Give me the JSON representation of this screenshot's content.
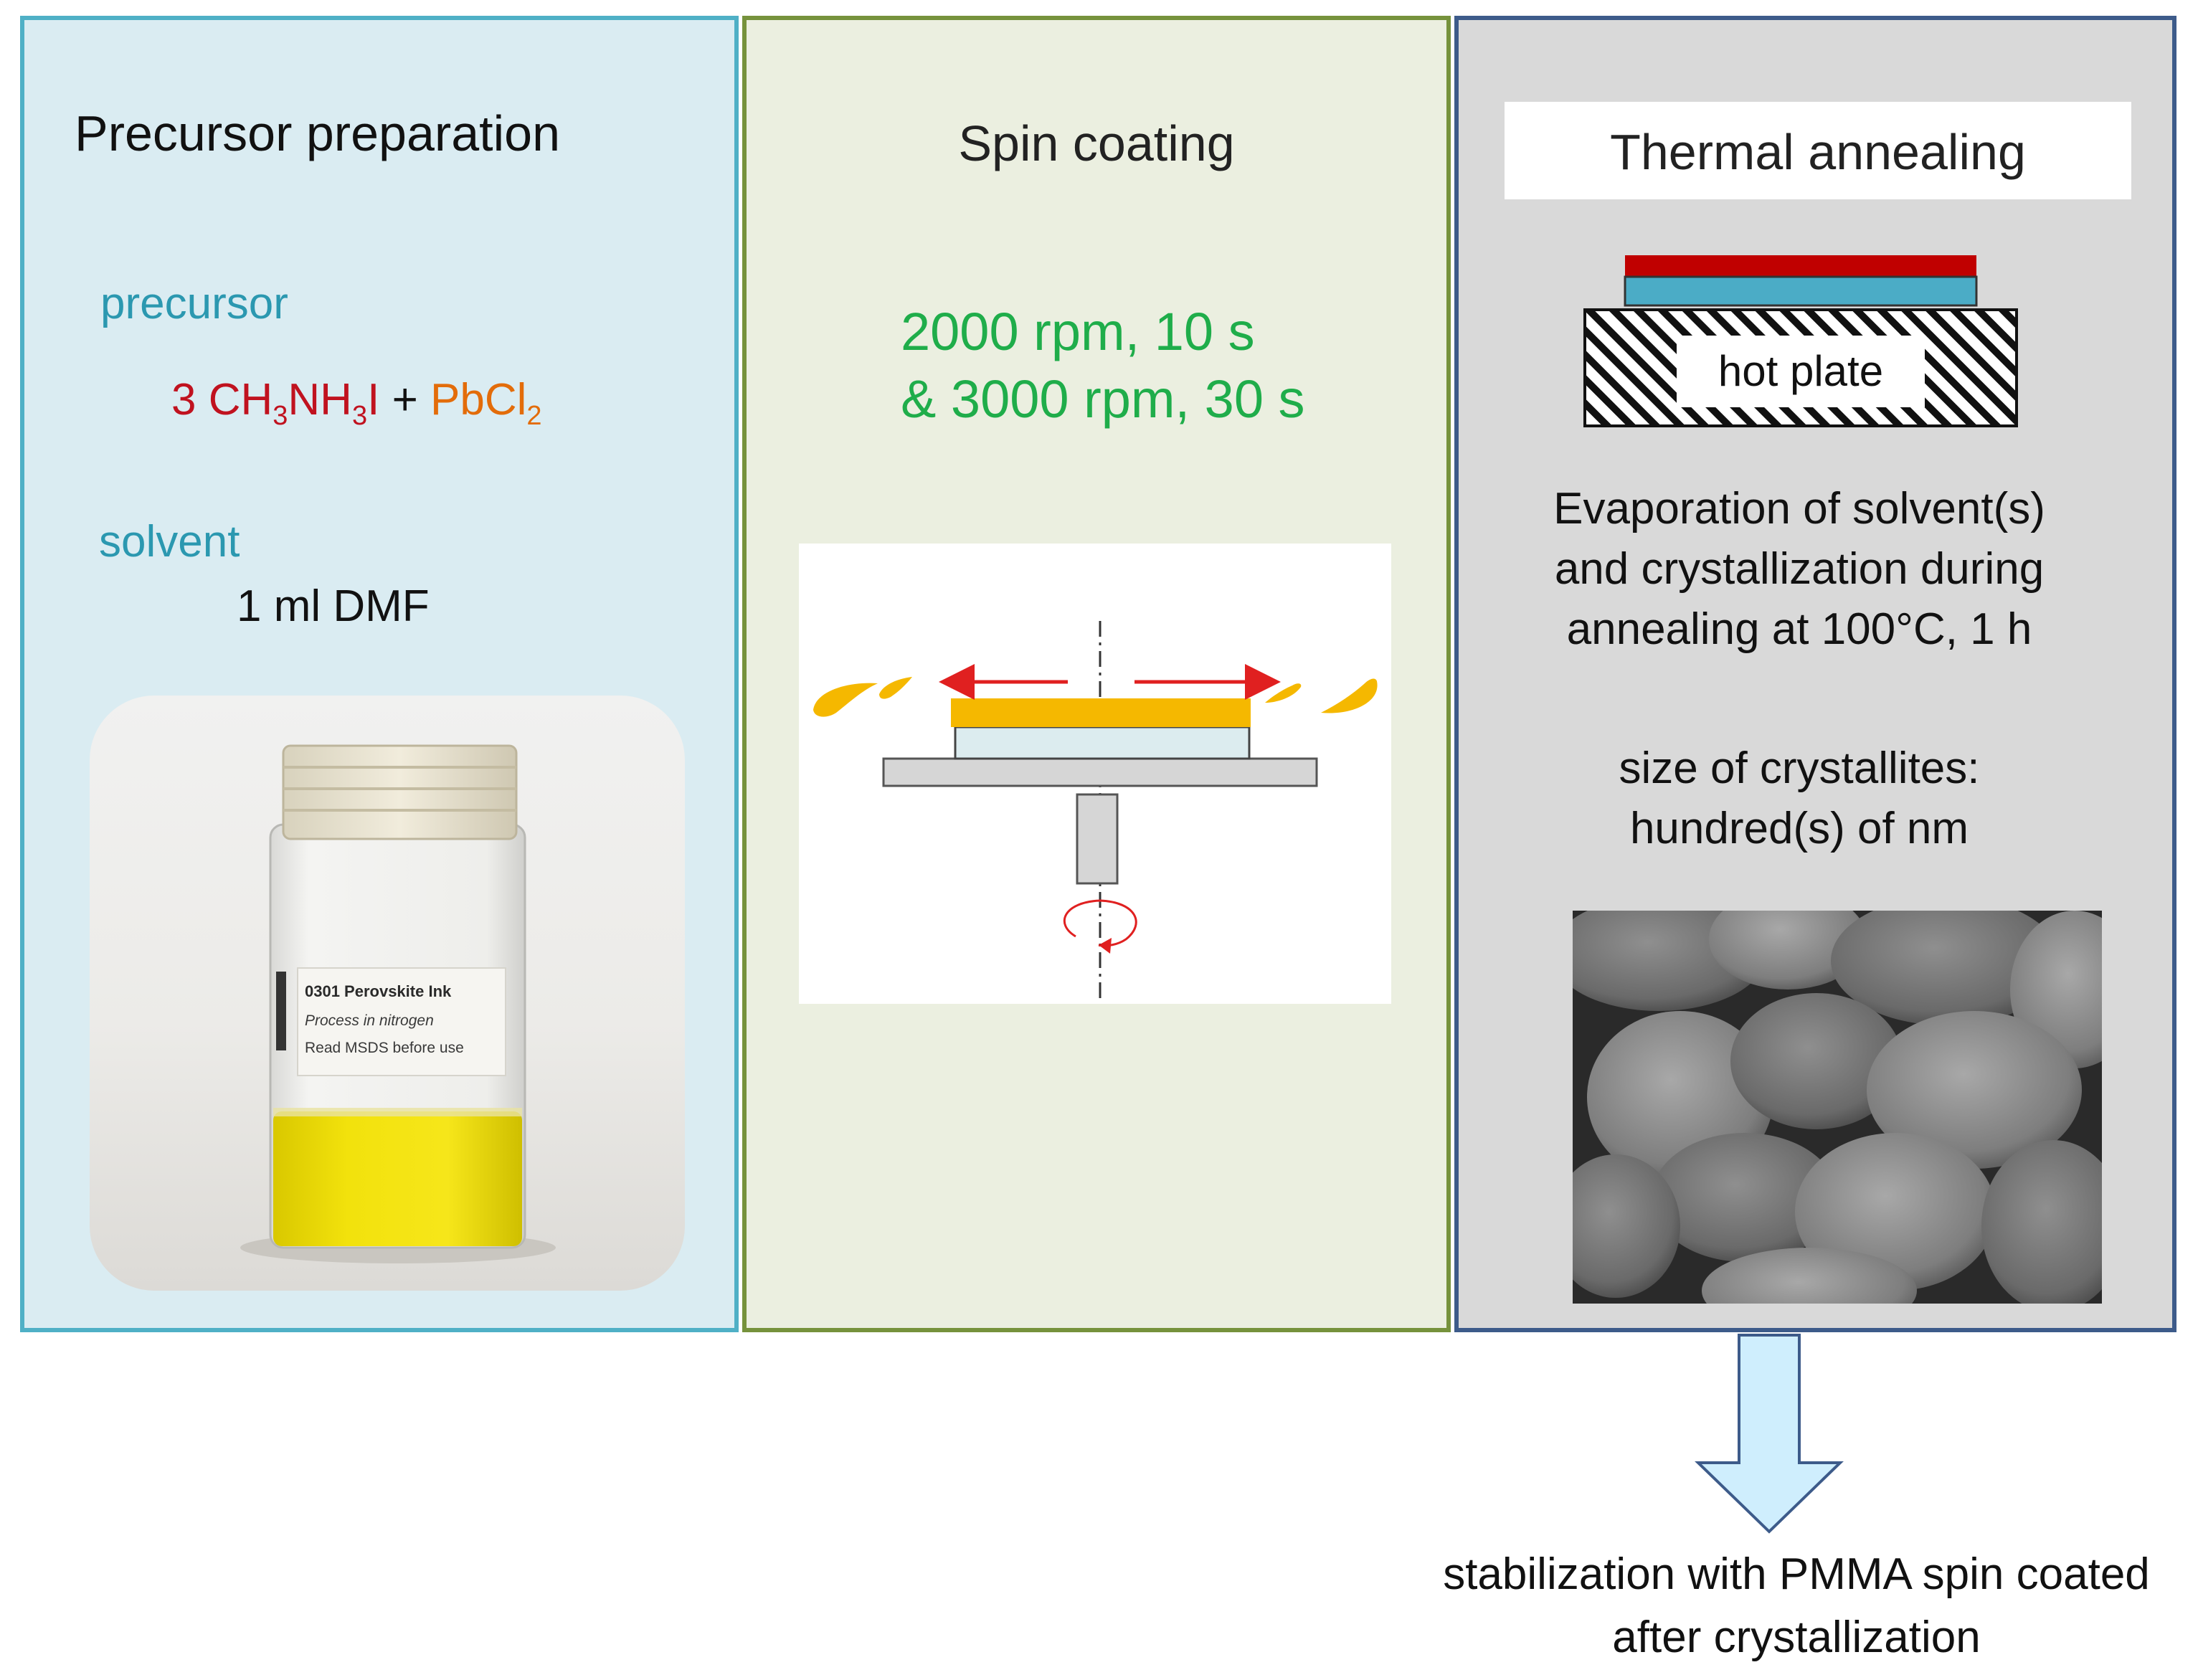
{
  "panels": {
    "precursor": {
      "title": "Precursor preparation",
      "precursor_label": "precursor",
      "formula": {
        "red_main": "3 CH",
        "sub1": "3",
        "red_mid": "NH",
        "sub2": "3",
        "red_end": "I",
        "plus": " + ",
        "orange_main": "PbCl",
        "sub3": "2"
      },
      "solvent_label": "solvent",
      "solvent_value": "1 ml DMF",
      "vial_label_lines": [
        "0301 Perovskite Ink",
        "Process in nitrogen",
        "Read MSDS before use"
      ]
    },
    "spin": {
      "title": "Spin coating",
      "line1": "2000 rpm, 10 s",
      "line2": "& 3000 rpm, 30 s"
    },
    "annealing": {
      "title": "Thermal annealing",
      "hot_plate_label": "hot plate",
      "description_lines": [
        "Evaporation of solvent(s)",
        "and crystallization during",
        "annealing at 100°C, 1 h"
      ],
      "size_lines": [
        "size of crystallites:",
        "hundred(s) of nm"
      ]
    }
  },
  "caption_lines": [
    "stabilization with PMMA spin coated",
    "after crystallization"
  ],
  "colors": {
    "panel1_bg": "#daecf2",
    "panel1_border": "#4fb0c6",
    "panel2_bg": "#ebefe0",
    "panel2_border": "#76923c",
    "panel3_bg": "#d9d9d9",
    "panel3_border": "#3d5b8a",
    "label_teal": "#2b98b0",
    "speed_green": "#1fad4a",
    "formula_red": "#c0121f",
    "formula_orange": "#e36c0a",
    "film_yellow": "#f4b400",
    "spin_arrow_red": "#e02020",
    "film_red": "#c00000",
    "film_blue": "#4bacc6",
    "arrow_fill": "#cfeefd"
  }
}
